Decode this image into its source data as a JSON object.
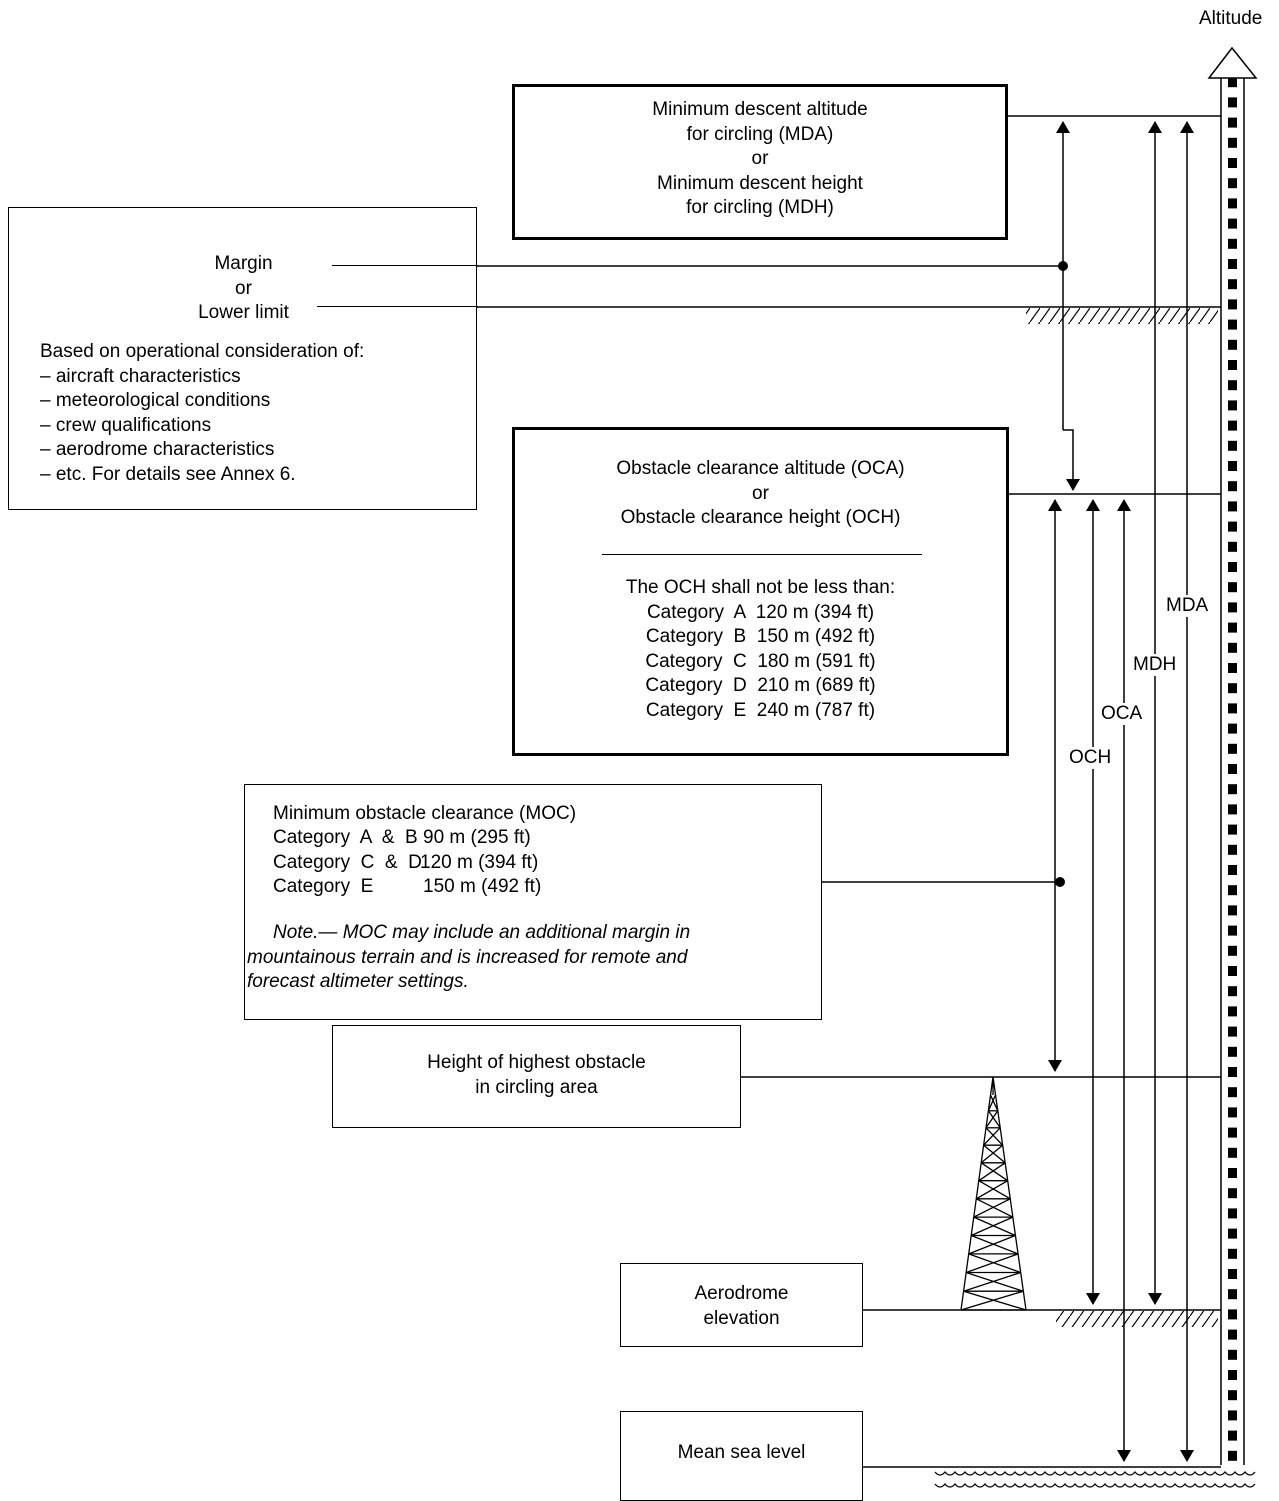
{
  "axis": {
    "label": "Altitude"
  },
  "mda_box": {
    "lines": [
      "Minimum descent altitude",
      "for circling (MDA)",
      "or",
      "Minimum descent height",
      "for circling (MDH)"
    ]
  },
  "margin_box": {
    "head": [
      "Margin",
      "or",
      "Lower limit"
    ],
    "based_on": "Based on operational consideration of:",
    "items": [
      "– aircraft characteristics",
      "– meteorological conditions",
      "– crew qualifications",
      "– aerodrome characteristics",
      "– etc. For details see Annex 6."
    ]
  },
  "oca_box": {
    "lines": [
      "Obstacle clearance altitude (OCA)",
      "or",
      "Obstacle clearance height (OCH)"
    ],
    "subtitle": "The OCH shall not be less than:",
    "categories": [
      "Category  A  120 m (394 ft)",
      "Category  B  150 m (492 ft)",
      "Category  C  180 m (591 ft)",
      "Category  D  210 m (689 ft)",
      "Category  E  240 m (787 ft)"
    ]
  },
  "moc_box": {
    "title": "Minimum obstacle clearance (MOC)",
    "rows": [
      {
        "cat": "Category  A  &  B",
        "val": "90 m (295 ft)"
      },
      {
        "cat": "Category  C  &  D",
        "val": "120 m (394 ft)"
      },
      {
        "cat": "Category  E",
        "val": "150 m (492 ft)"
      }
    ],
    "note": [
      "Note.— MOC may include an additional margin in",
      "mountainous terrain and is increased for remote and",
      "forecast altimeter settings."
    ]
  },
  "obstacle_box": {
    "lines": [
      "Height of highest obstacle",
      "in circling area"
    ]
  },
  "aerodrome_box": {
    "lines": [
      "Aerodrome",
      "elevation"
    ]
  },
  "msl_box": {
    "label": "Mean sea level"
  },
  "dimension_labels": {
    "och": "OCH",
    "oca": "OCA",
    "mdh": "MDH",
    "mda": "MDA"
  }
}
